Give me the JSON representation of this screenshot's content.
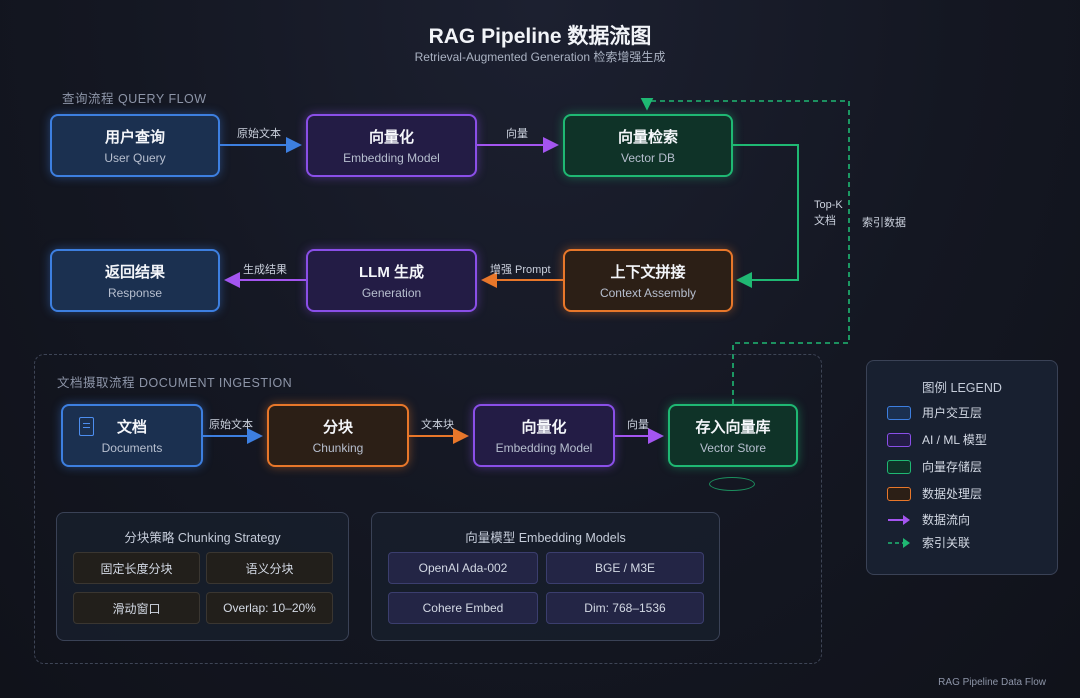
{
  "header": {
    "title": "RAG Pipeline 数据流图",
    "subtitle": "Retrieval-Augmented Generation 检索增强生成"
  },
  "query_flow": {
    "label": "查询流程 QUERY FLOW",
    "nodes": {
      "user_query": {
        "zh": "用户查询",
        "en": "User Query"
      },
      "embedding": {
        "zh": "向量化",
        "en": "Embedding Model"
      },
      "vector_search": {
        "zh": "向量检索",
        "en": "Vector DB"
      },
      "context": {
        "zh": "上下文拼接",
        "en": "Context Assembly"
      },
      "llm": {
        "zh": "LLM 生成",
        "en": "Generation"
      },
      "response": {
        "zh": "返回结果",
        "en": "Response"
      }
    },
    "edges": {
      "raw_text": "原始文本",
      "vector": "向量",
      "topk_1": "Top-K",
      "topk_2": "文档",
      "augment": "增强 Prompt",
      "result": "生成结果"
    }
  },
  "index_link_label": "索引数据",
  "ingestion": {
    "label": "文档摄取流程 DOCUMENT INGESTION",
    "nodes": {
      "documents": {
        "zh": "文档",
        "en": "Documents"
      },
      "chunking": {
        "zh": "分块",
        "en": "Chunking"
      },
      "embedding": {
        "zh": "向量化",
        "en": "Embedding Model"
      },
      "store": {
        "zh": "存入向量库",
        "en": "Vector Store"
      }
    },
    "edges": {
      "raw_text": "原始文本",
      "chunk": "文本块",
      "vector": "向量"
    }
  },
  "chunking_panel": {
    "title": "分块策略 Chunking Strategy",
    "items": [
      "固定长度分块",
      "语义分块",
      "滑动窗口",
      "Overlap: 10–20%"
    ]
  },
  "embedding_panel": {
    "title": "向量模型 Embedding Models",
    "items": [
      "OpenAI Ada-002",
      "BGE / M3E",
      "Cohere Embed",
      "Dim: 768–1536"
    ]
  },
  "legend": {
    "title": "图例 LEGEND",
    "items": [
      {
        "label": "用户交互层",
        "color": "#3d7fe0"
      },
      {
        "label": "AI / ML 模型",
        "color": "#8a4fe8"
      },
      {
        "label": "向量存储层",
        "color": "#1fb873"
      },
      {
        "label": "数据处理层",
        "color": "#e8772a"
      },
      {
        "label": "数据流向",
        "color": "#a455f0"
      },
      {
        "label": "索引关联",
        "color": "#1fb873"
      }
    ]
  },
  "footer": "RAG Pipeline Data Flow"
}
